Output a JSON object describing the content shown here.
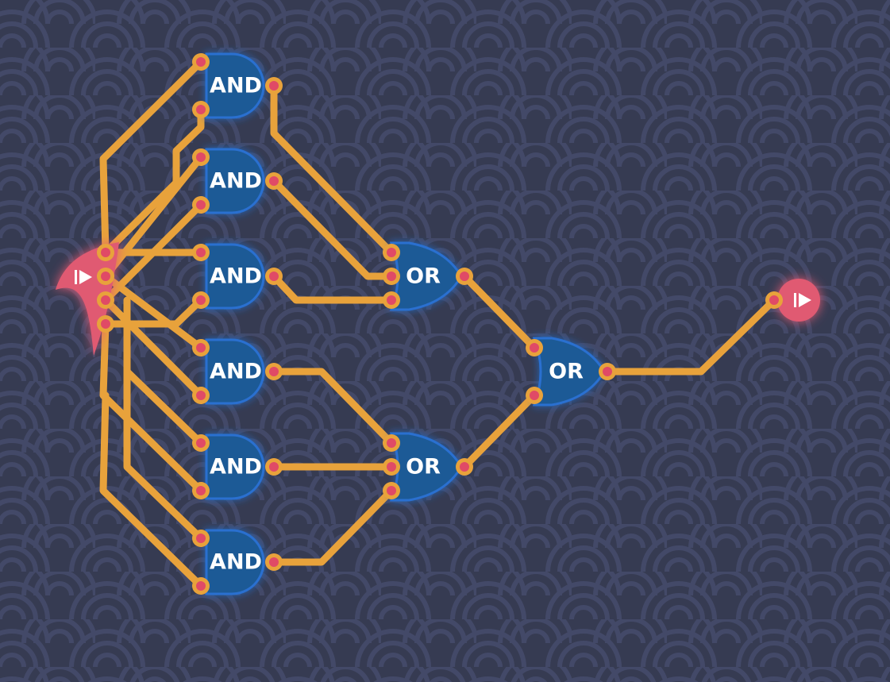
{
  "circuit": {
    "title": "",
    "input_node": {
      "icon": "play-icon",
      "pins": 4
    },
    "output_node": {
      "icon": "play-icon"
    },
    "gates": {
      "and_1": {
        "label": "AND"
      },
      "and_2": {
        "label": "AND"
      },
      "and_3": {
        "label": "AND"
      },
      "and_4": {
        "label": "AND"
      },
      "and_5": {
        "label": "AND"
      },
      "and_6": {
        "label": "AND"
      },
      "or_1": {
        "label": "OR"
      },
      "or_2": {
        "label": "OR"
      },
      "or_3": {
        "label": "OR"
      }
    }
  },
  "colors": {
    "background": "#363b52",
    "pattern": "#434968",
    "wire": "#e8a23b",
    "gate_fill": "#1e5a96",
    "gate_outline": "#2b6fd0",
    "pin_dot": "#e04a66",
    "io_node": "#e05a72"
  }
}
